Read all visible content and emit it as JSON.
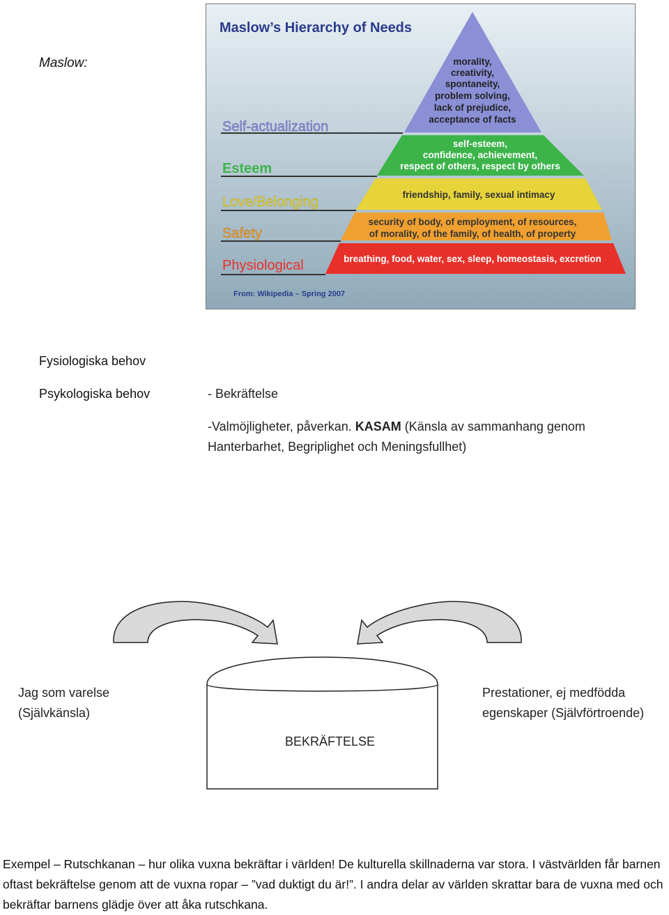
{
  "heading": "Maslow:",
  "figure": {
    "title": "Maslow’s Hierarchy of Needs",
    "source": "From: Wikipedia – Spring 2007",
    "levels": [
      {
        "label": "Self-actualization",
        "color": "#8a8fd6",
        "lines": [
          "morality,",
          "creativity,",
          "spontaneity,",
          "problem solving,",
          "lack of prejudice,",
          "acceptance of facts"
        ]
      },
      {
        "label": "Esteem",
        "color": "#3cb44a",
        "lines": [
          "self-esteem,",
          "confidence, achievement,",
          "respect of others, respect by others"
        ]
      },
      {
        "label": "Love/Belonging",
        "color": "#e6d43a",
        "lines": [
          "friendship, family, sexual intimacy"
        ]
      },
      {
        "label": "Safety",
        "color": "#f0a030",
        "lines": [
          "security of body, of employment, of resources,",
          "of morality, of the family, of health, of property"
        ]
      },
      {
        "label": "Physiological",
        "color": "#e8302a",
        "lines": [
          "breathing, food, water, sex, sleep, homeostasis, excretion"
        ]
      }
    ]
  },
  "needs": {
    "physiological": "Fysiologiska behov",
    "psychological": "Psykologiska behov",
    "item1": "- Bekräftelse",
    "item2_prefix": "-Valmöjligheter, påverkan. ",
    "item2_bold": "KASAM",
    "item2_rest": " (Känsla av sammanhang genom",
    "item2_line2": "Hanterbarhet, Begriplighet och Meningsfullhet)"
  },
  "diagram": {
    "left_line1": "Jag som varelse",
    "left_line2": "(Självkänsla)",
    "right_line1": "Prestationer, ej medfödda",
    "right_line2": "egenskaper (Självförtroende)",
    "center": "BEKRÄFTELSE"
  },
  "paragraph": "Exempel – Rutschkanan – hur olika vuxna bekräftar i världen! De kulturella skillnaderna var stora. I västvärlden får barnen oftast bekräftelse genom att de vuxna ropar – ”vad duktigt du är!”. I andra delar av världen skrattar bara de vuxna med och bekräftar barnens glädje över att åka rutschkana."
}
